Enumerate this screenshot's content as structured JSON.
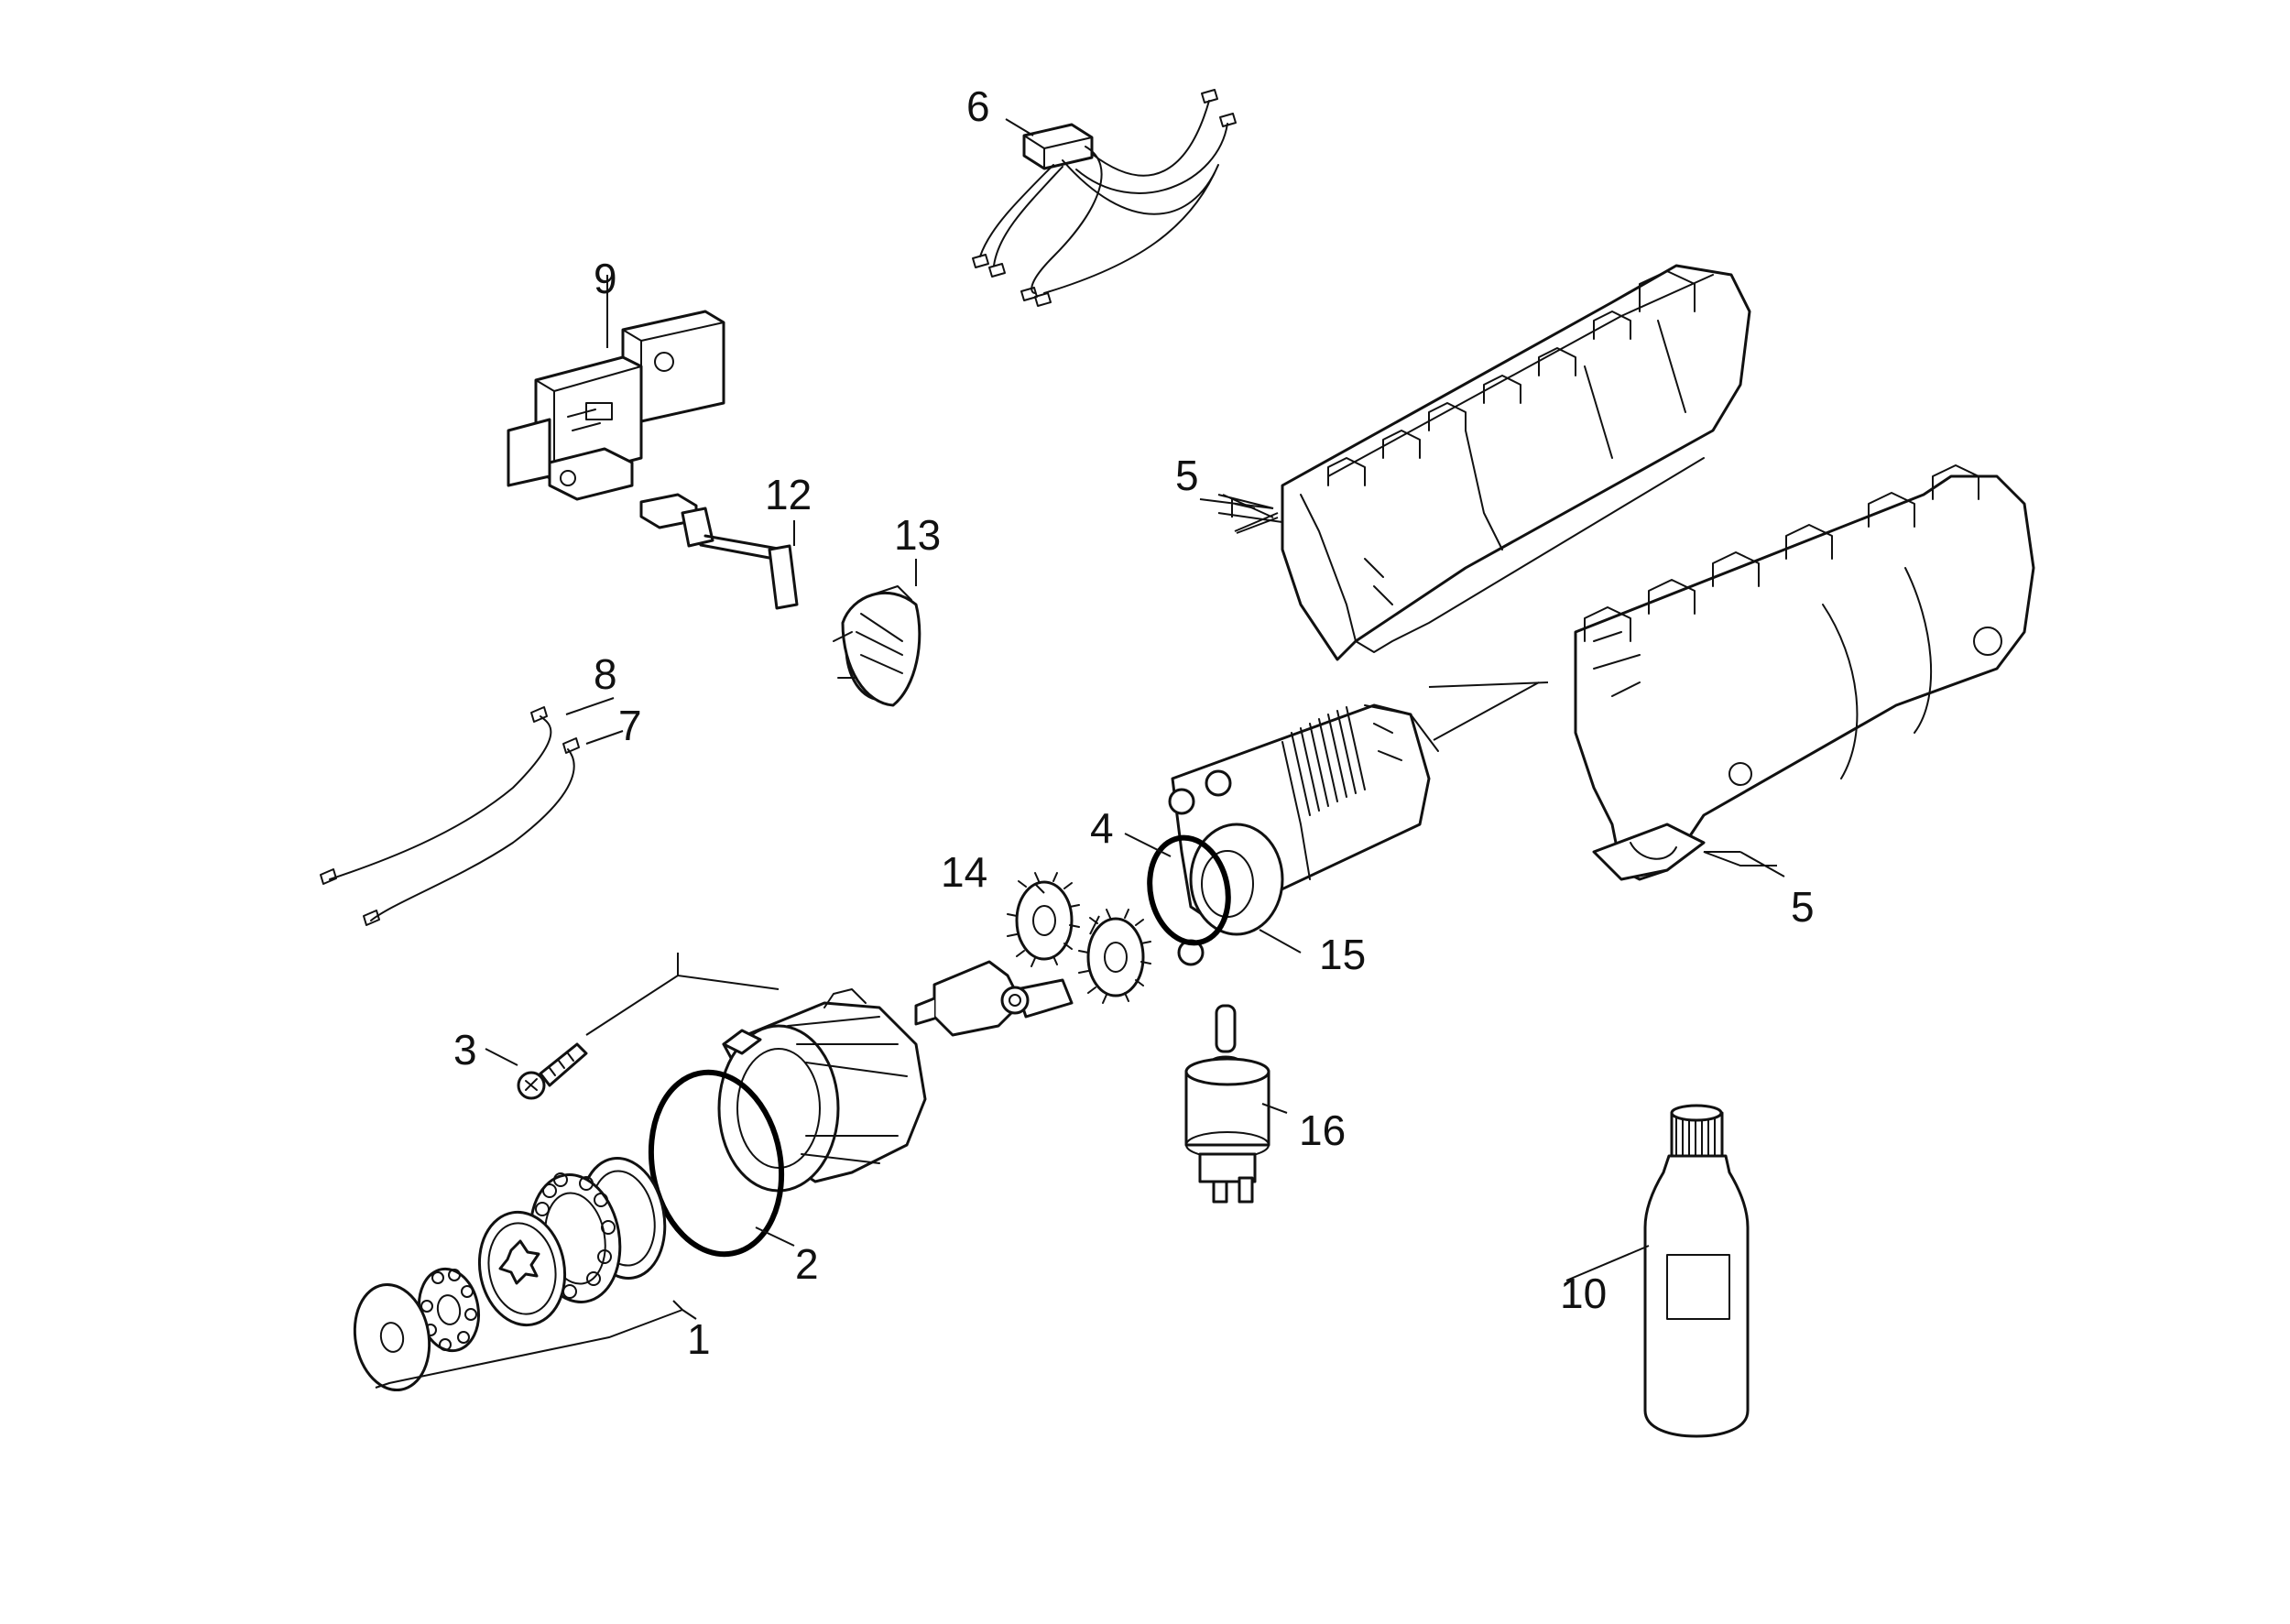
{
  "callouts": {
    "c1": "1",
    "c2": "2",
    "c3": "3",
    "c4": "4",
    "c5a": "5",
    "c5b": "5",
    "c6": "6",
    "c7": "7",
    "c8": "8",
    "c9": "9",
    "c10": "10",
    "c12": "12",
    "c13": "13",
    "c14": "14",
    "c15": "15",
    "c16": "16"
  }
}
